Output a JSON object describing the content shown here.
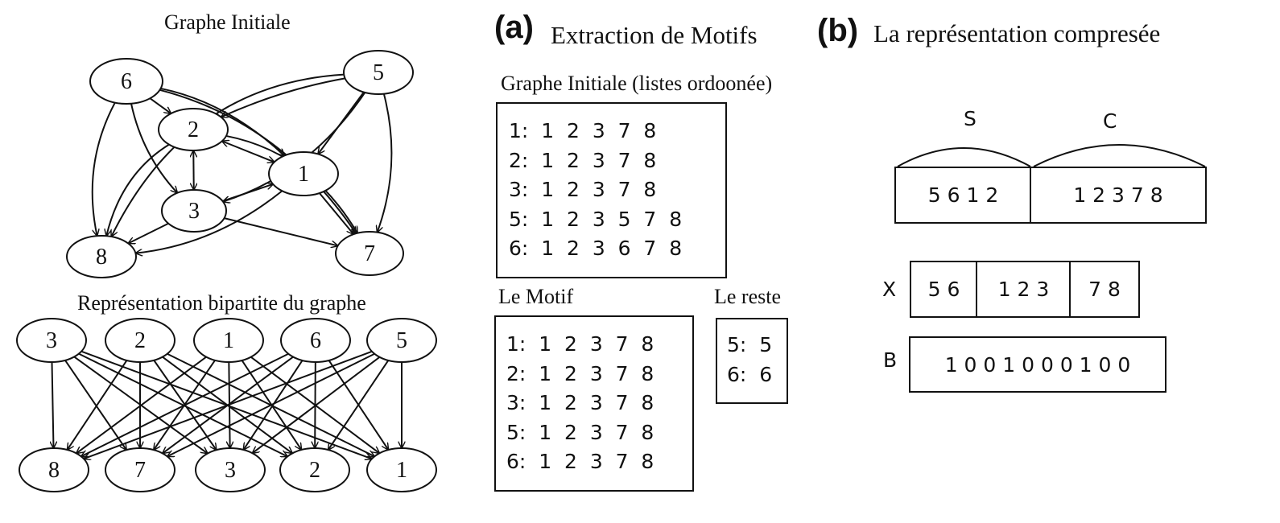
{
  "left": {
    "graph_title": "Graphe Initiale",
    "graph_nodes": [
      "6",
      "5",
      "2",
      "1",
      "3",
      "8",
      "7"
    ],
    "bipartite_title": "Représentation bipartite du graphe",
    "bipartite_top": [
      "3",
      "2",
      "1",
      "6",
      "5"
    ],
    "bipartite_bottom": [
      "8",
      "7",
      "3",
      "2",
      "1"
    ]
  },
  "section_a": {
    "letter": "(a)",
    "title": "Extraction de Motifs",
    "initial_label": "Graphe Initiale (listes ordoonée)",
    "initial_lists": [
      "1: 1 2 3 7 8",
      "2: 1 2 3 7 8",
      "3: 1 2 3 7 8",
      "5: 1 2 3 5 7 8",
      "6: 1 2 3 6 7 8"
    ],
    "motif_label": "Le Motif",
    "motif_lists": [
      "1: 1 2 3 7 8",
      "2: 1 2 3 7 8",
      "3: 1 2 3 7 8",
      "5: 1 2 3 7 8",
      "6: 1 2 3 7 8"
    ],
    "rest_label": "Le reste",
    "rest_lists": [
      "5: 5",
      "6: 6"
    ]
  },
  "section_b": {
    "letter": "(b)",
    "title": "La représentation compresée",
    "s_label": "S",
    "c_label": "C",
    "s_values": "5 6 1 2",
    "c_values": "1 2 3 7 8",
    "x_label": "X",
    "x_cells": [
      "5 6",
      "1 2 3",
      "7 8"
    ],
    "b_label": "B",
    "b_values": "1 0 0 1 0 0 0 1 0 0"
  }
}
